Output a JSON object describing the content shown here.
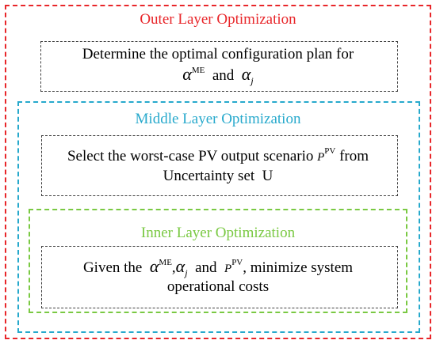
{
  "outer": {
    "title": "Outer Layer Optimization",
    "line1": "Determine the optimal configuration plan for",
    "and": "and"
  },
  "middle": {
    "title": "Middle Layer Optimization",
    "line1": "Select the worst-case PV output scenario",
    "line1_tail": "from",
    "line2": "Uncertainty set",
    "set_symbol": "U"
  },
  "inner": {
    "title": "Inner Layer Optimization",
    "given": "Given the",
    "and": "and",
    "tail": ", minimize system",
    "line2": "operational costs"
  },
  "symbols": {
    "alpha": "α",
    "me": "ME",
    "j": "j",
    "P": "P",
    "pv": "PV",
    "comma": ","
  },
  "colors": {
    "outer": "#e8262a",
    "middle": "#27a9cc",
    "inner": "#7ac943",
    "box": "#404040"
  }
}
